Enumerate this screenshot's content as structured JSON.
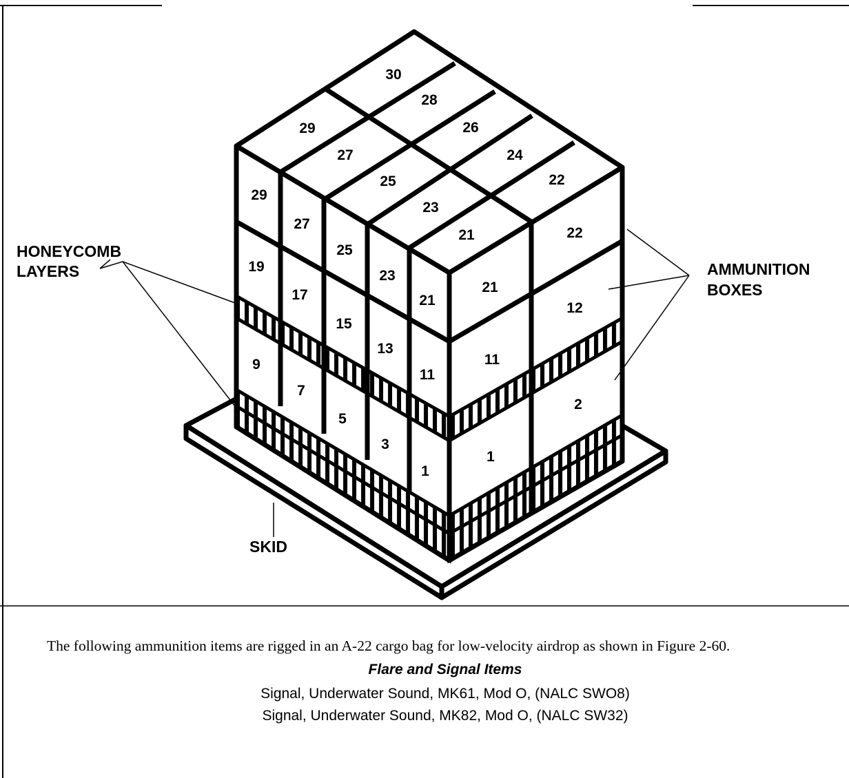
{
  "figure": {
    "labels": {
      "honeycomb_line1": "HONEYCOMB",
      "honeycomb_line2": "LAYERS",
      "ammo_line1": "AMMUNITION",
      "ammo_line2": "BOXES",
      "skid": "SKID"
    },
    "top_numbers": [
      "30",
      "28",
      "26",
      "24",
      "22",
      "29",
      "27",
      "25",
      "23",
      "21"
    ],
    "left_face_numbers": [
      "29",
      "27",
      "25",
      "23",
      "21",
      "19",
      "17",
      "15",
      "13",
      "11",
      "9",
      "7",
      "5",
      "3",
      "1"
    ],
    "right_face_numbers": [
      "22",
      "21",
      "12",
      "11",
      "2",
      "1"
    ]
  },
  "text": {
    "intro": "The following ammunition items are rigged in an A-22 cargo bag for low-velocity airdrop as shown in Figure 2-60.",
    "heading": "Flare and Signal Items",
    "items": [
      "Signal, Underwater Sound, MK61, Mod O, (NALC SWO8)",
      "Signal, Underwater Sound, MK82, Mod O, (NALC SW32)"
    ]
  }
}
